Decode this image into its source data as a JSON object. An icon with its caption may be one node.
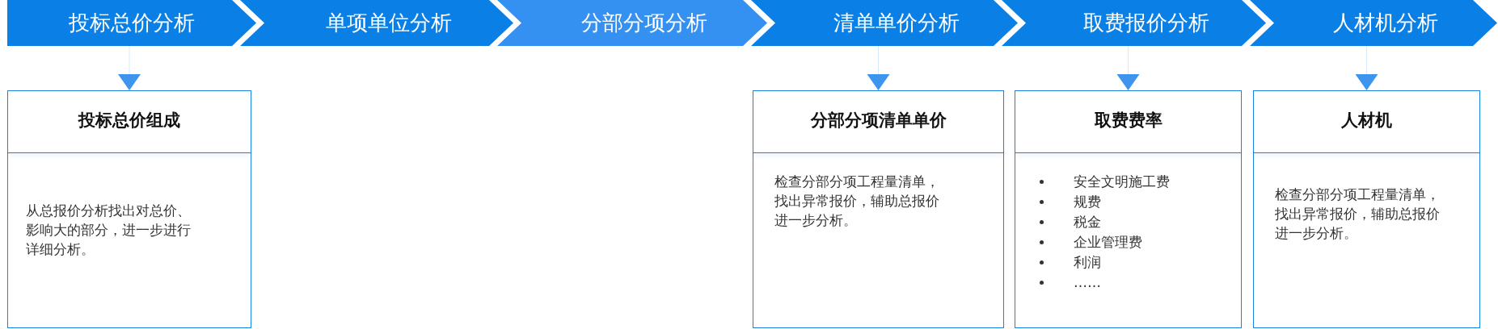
{
  "diagram": {
    "nodes": [
      {
        "text": [
          "投标总价分析"
        ]
      },
      {
        "text": [
          "单项单位分析"
        ]
      },
      {
        "text": [
          "分部分项分析"
        ]
      },
      {
        "text": [
          "清单单价分析"
        ]
      },
      {
        "text": [
          "取费报价分析"
        ]
      },
      {
        "text": [
          "人材机分析"
        ]
      },
      {
        "text": [
          "投标总价组成",
          "从总报价分析找出对总价、影响大的部分，进一步进行详细分析。"
        ]
      },
      {
        "text": [
          "分部分项清单单价",
          "检查分部分项工程量清单，找出异常报价，辅助总报价进一步分析。"
        ]
      },
      {
        "text": [
          "取费费率",
          "安全文明施工费",
          "规费",
          "税金",
          "企业管理费",
          "利润",
          "……"
        ]
      },
      {
        "text": [
          "人材机",
          "检查分部分项工程量清单，找出异常报价，辅助总报价进一步分析。"
        ]
      }
    ],
    "edges": [
      {
        "from": 0,
        "to": 6,
        "arrow": "to"
      },
      {
        "from": 3,
        "to": 7,
        "arrow": "to"
      },
      {
        "from": 4,
        "to": 8,
        "arrow": "to"
      },
      {
        "from": 5,
        "to": 9,
        "arrow": "to"
      }
    ]
  }
}
